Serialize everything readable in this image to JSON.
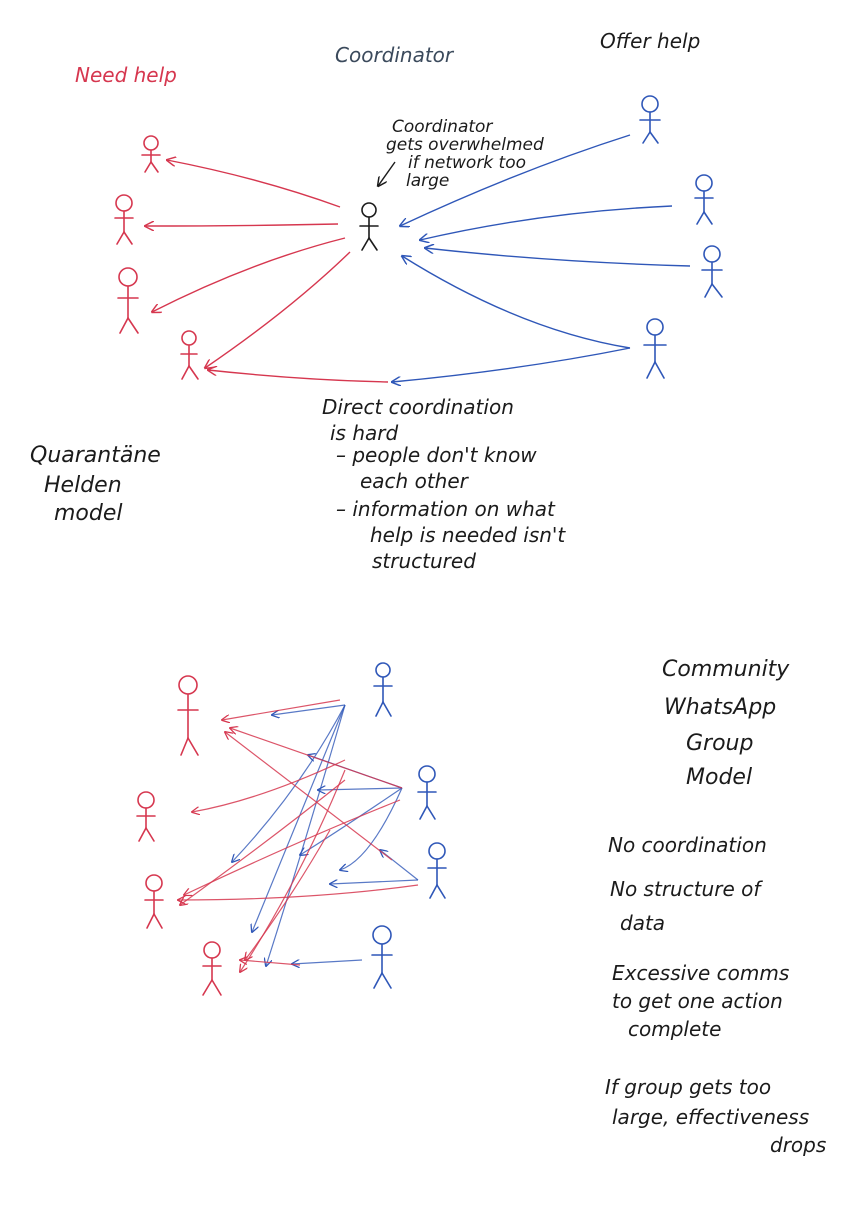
{
  "diagram_1": {
    "headers": {
      "need_help": "Need help",
      "coordinator": "Coordinator",
      "offer_help": "Offer help"
    },
    "coordinator_note": [
      "Coordinator",
      "gets overwhelmed",
      "if network too",
      "large"
    ],
    "model_name": [
      "Quarantäne",
      "Helden",
      "model"
    ],
    "issues": {
      "line1": "Direct coordination",
      "line2": "is hard",
      "b1_line1": "– people don't know",
      "b1_line2": "each other",
      "b2_line1": "– information on what",
      "b2_line2": "help is needed isn't",
      "b2_line3": "structured"
    },
    "colors": {
      "need_help": "#d6374f",
      "offer_help": "#2f57b8",
      "coordinator": "#1b1b1b"
    }
  },
  "diagram_2": {
    "model_name": [
      "Community",
      "WhatsApp",
      "Group",
      "Model"
    ],
    "issues": [
      [
        "No coordination"
      ],
      [
        "No structure of",
        "data"
      ],
      [
        "Excessive comms",
        "to get one action",
        "complete"
      ],
      [
        "If group gets too",
        "large, effectiveness",
        "drops"
      ]
    ]
  }
}
